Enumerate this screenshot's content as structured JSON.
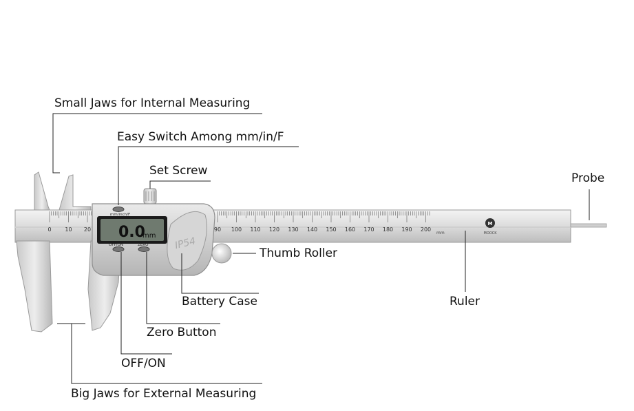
{
  "labels": {
    "small_jaws": "Small Jaws for Internal Measuring",
    "easy_switch": "Easy Switch Among mm/in/F",
    "set_screw": "Set Screw",
    "probe": "Probe",
    "thumb_roller": "Thumb Roller",
    "battery_case": "Battery Case",
    "ruler": "Ruler",
    "zero_button": "Zero Button",
    "off_on": "OFF/ON",
    "big_jaws": "Big Jaws for External Measuring"
  },
  "device": {
    "display_value": "0.0",
    "display_unit": "mm",
    "unit_button_label": "mm/inch/F",
    "off_on_button_label": "OFF/ON",
    "zero_button_label": "ZERO",
    "rating": "IP54",
    "brand": "MOOCK",
    "ruler_unit": "mm",
    "scale_left": [
      "0",
      "10",
      "20"
    ],
    "scale_right": [
      "90",
      "100",
      "110",
      "120",
      "130",
      "140",
      "150",
      "160",
      "170",
      "180",
      "190",
      "200"
    ]
  }
}
